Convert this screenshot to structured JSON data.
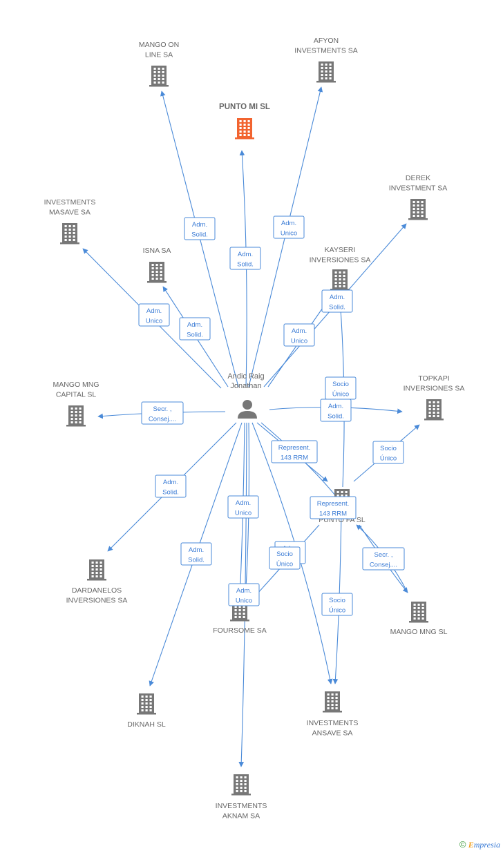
{
  "person": {
    "name_line1": "Andic Raig",
    "name_line2": "Jonathan"
  },
  "footer": {
    "copyright": "©",
    "brand_initial": "E",
    "brand_rest": "mpresia"
  },
  "colors": {
    "edge": "#4a8ad8",
    "building": "#777777",
    "building_highlight": "#f26430"
  },
  "companies": [
    {
      "id": "mango-on-line",
      "lines": [
        "MANGO ON",
        "LINE SA"
      ],
      "highlight": false
    },
    {
      "id": "afyon",
      "lines": [
        "AFYON",
        "INVESTMENTS SA"
      ],
      "highlight": false
    },
    {
      "id": "punto-mi",
      "lines": [
        "PUNTO MI SL"
      ],
      "highlight": true
    },
    {
      "id": "derek",
      "lines": [
        "DEREK",
        "INVESTMENT SA"
      ],
      "highlight": false
    },
    {
      "id": "investments-masave",
      "lines": [
        "INVESTMENTS",
        "MASAVE SA"
      ],
      "highlight": false
    },
    {
      "id": "isna",
      "lines": [
        "ISNA SA"
      ],
      "highlight": false
    },
    {
      "id": "kayseri",
      "lines": [
        "KAYSERI",
        "INVERSIONES SA"
      ],
      "highlight": false
    },
    {
      "id": "mango-mng-capital",
      "lines": [
        "MANGO MNG",
        "CAPITAL SL"
      ],
      "highlight": false
    },
    {
      "id": "topkapi",
      "lines": [
        "TOPKAPI",
        "INVERSIONES SA"
      ],
      "highlight": false
    },
    {
      "id": "punto-fa",
      "lines": [
        "PUNTO FA SL"
      ],
      "highlight": false
    },
    {
      "id": "dardanelos",
      "lines": [
        "DARDANELOS",
        "INVERSIONES SA"
      ],
      "highlight": false
    },
    {
      "id": "foursome",
      "lines": [
        "FOURSOME SA"
      ],
      "highlight": false
    },
    {
      "id": "mango-mng",
      "lines": [
        "MANGO MNG SL"
      ],
      "highlight": false
    },
    {
      "id": "diknah",
      "lines": [
        "DIKNAH SL"
      ],
      "highlight": false
    },
    {
      "id": "investments-ansave",
      "lines": [
        "INVESTMENTS",
        "ANSAVE SA"
      ],
      "highlight": false
    },
    {
      "id": "investments-aknam",
      "lines": [
        "INVESTMENTS",
        "AKNAM SA"
      ],
      "highlight": false
    }
  ],
  "relations": [
    {
      "id": "r-mango-on-line",
      "lines": [
        "Adm.",
        "Solid."
      ]
    },
    {
      "id": "r-punto-mi",
      "lines": [
        "Adm.",
        "Solid."
      ]
    },
    {
      "id": "r-afyon",
      "lines": [
        "Adm.",
        "Unico"
      ]
    },
    {
      "id": "r-masave",
      "lines": [
        "Adm.",
        "Unico"
      ]
    },
    {
      "id": "r-isna",
      "lines": [
        "Adm.",
        "Solid."
      ]
    },
    {
      "id": "r-kayseri",
      "lines": [
        "Adm.",
        "Unico"
      ]
    },
    {
      "id": "r-derek",
      "lines": [
        "Adm.",
        "Solid."
      ]
    },
    {
      "id": "r-kayseri-puntofa",
      "lines": [
        "Socio",
        "Único"
      ]
    },
    {
      "id": "r-capital",
      "lines": [
        "Secr. ,",
        "Consej...."
      ]
    },
    {
      "id": "r-topkapi",
      "lines": [
        "Adm.",
        "Solid."
      ]
    },
    {
      "id": "r-puntofa-topkapi",
      "lines": [
        "Socio",
        "Único"
      ]
    },
    {
      "id": "r-represent-1",
      "lines": [
        "Represent.",
        "143 RRM"
      ]
    },
    {
      "id": "r-represent-2",
      "lines": [
        "Represent.",
        "143 RRM"
      ]
    },
    {
      "id": "r-dardanelos",
      "lines": [
        "Adm.",
        "Solid."
      ]
    },
    {
      "id": "r-foursome-1",
      "lines": [
        "Adm.",
        "Unico"
      ]
    },
    {
      "id": "r-diknah",
      "lines": [
        "Adm.",
        "Solid."
      ]
    },
    {
      "id": "r-foursome-2",
      "lines": [
        "Adm.",
        "Unico"
      ]
    },
    {
      "id": "r-ansave-1",
      "lines": [
        "Adm.",
        "Unico"
      ]
    },
    {
      "id": "r-ansave-2",
      "lines": [
        "Socio",
        "Único"
      ]
    },
    {
      "id": "r-mango-mng",
      "lines": [
        "Secr. ,",
        "Consej...."
      ]
    },
    {
      "id": "r-puntofa-ansave",
      "lines": [
        "Socio",
        "Único"
      ]
    }
  ]
}
